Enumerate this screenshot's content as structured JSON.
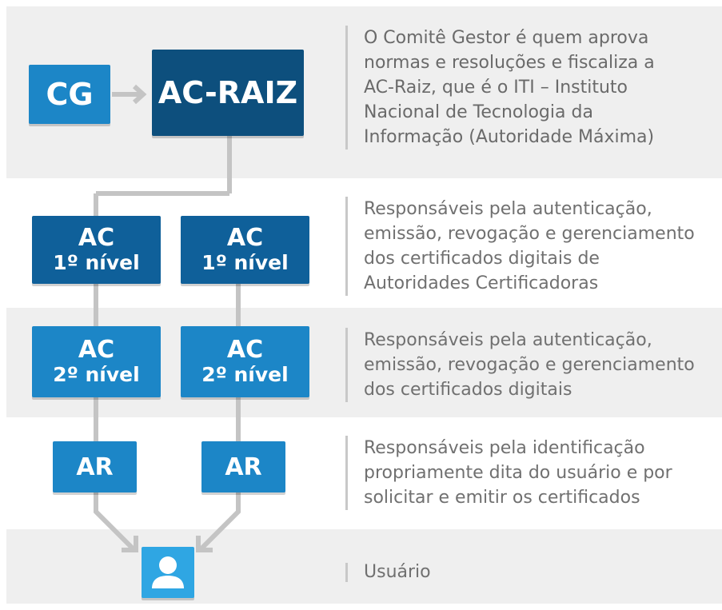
{
  "diagram": {
    "nodes": {
      "cg": "CG",
      "ac_raiz": "AC-RAIZ",
      "ac_level1": {
        "line1": "AC",
        "line2": "1º nível"
      },
      "ac_level2": {
        "line1": "AC",
        "line2": "2º nível"
      },
      "ar": "AR"
    },
    "descriptions": {
      "root": "O Comitê Gestor é quem aprova\nnormas e resoluções e fiscaliza a\nAC-Raiz, que é o ITI – Instituto\nNacional de Tecnologia da\nInformação (Autoridade Máxima)",
      "level1": "Responsáveis pela autenticação,\nemissão, revogação e gerenciamento\ndos certificados digitais de\nAutoridades Certificadoras",
      "level2": "Responsáveis pela autenticação,\nemissão, revogação e gerenciamento\ndos certificados digitais",
      "ar": "Responsáveis pela identificação\npropriamente dita do usuário e por\nsolicitar e emitir os certificados",
      "user": "Usuário"
    },
    "colors": {
      "band": "#efefef",
      "connector": "#c4c4c4",
      "cg": "#1c86c7",
      "ac_raiz": "#0d4f7d",
      "ac_level1": "#0f609a",
      "ac_level2": "#1c86c7",
      "ar": "#1c86c7",
      "user_icon": "#2fa6e3",
      "description_text": "#707070"
    },
    "icons": {
      "user": "user-icon"
    }
  }
}
